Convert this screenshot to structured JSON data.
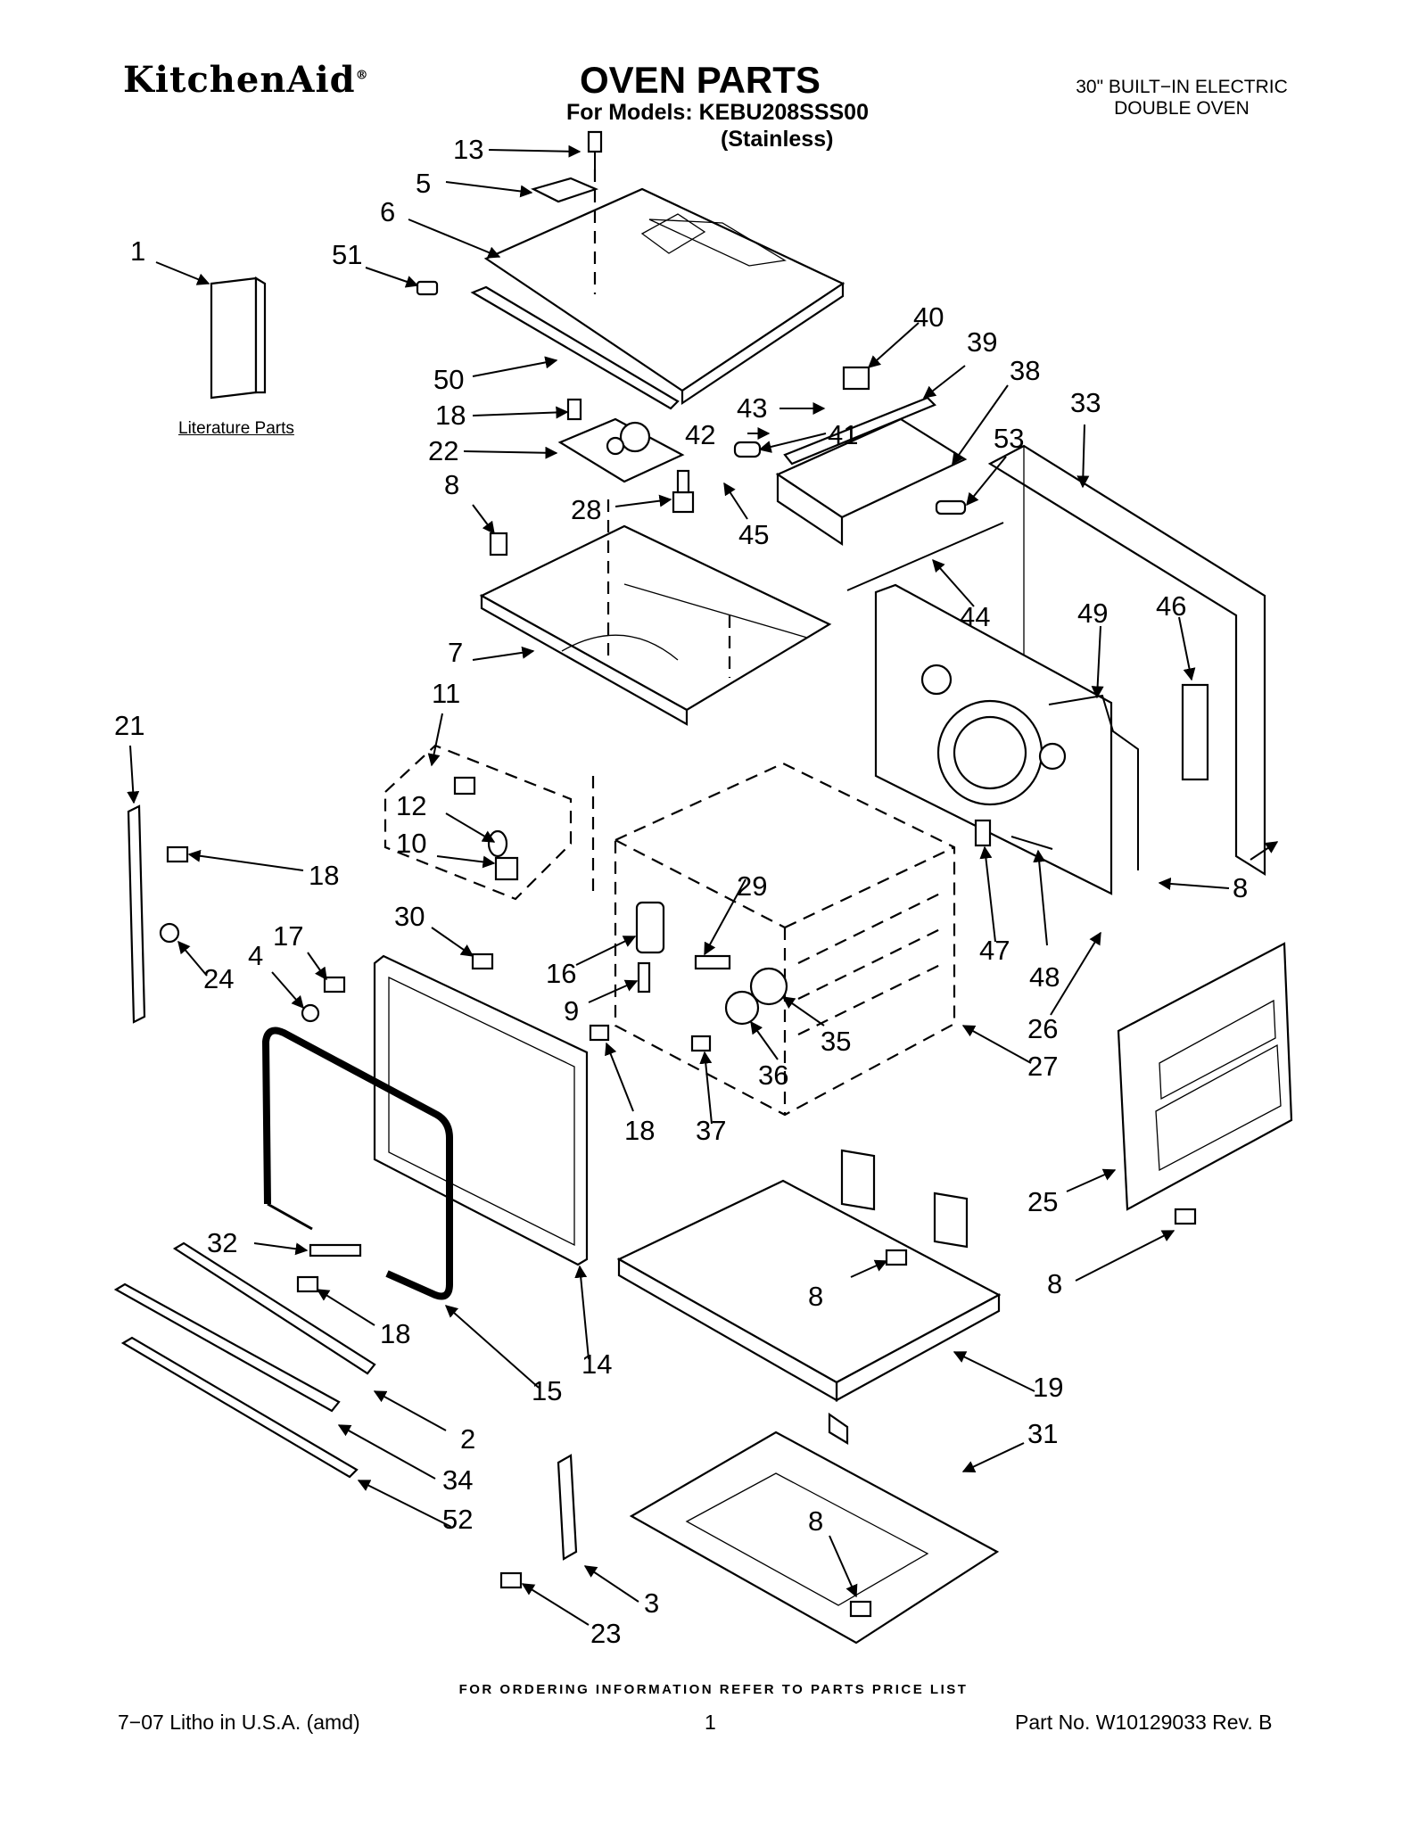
{
  "header": {
    "brand": "KitchenAid",
    "brand_mark": "®",
    "title": "OVEN PARTS",
    "models_line": "For Models: KEBU208SSS00",
    "finish": "(Stainless)",
    "appliance_type_line1": "30\" BUILT−IN ELECTRIC",
    "appliance_type_line2": "DOUBLE OVEN"
  },
  "literature_label": "Literature Parts",
  "callouts": {
    "c13": "13",
    "c5": "5",
    "c6": "6",
    "c1": "1",
    "c51": "51",
    "c50": "50",
    "c18a": "18",
    "c22": "22",
    "c8a": "8",
    "c28": "28",
    "c45": "45",
    "c40": "40",
    "c39": "39",
    "c38": "38",
    "c43": "43",
    "c42": "42",
    "c41": "41",
    "c33": "33",
    "c53": "53",
    "c44": "44",
    "c49": "49",
    "c46": "46",
    "c7": "7",
    "c11": "11",
    "c21": "21",
    "c12": "12",
    "c10": "10",
    "c18b": "18",
    "c24": "24",
    "c17": "17",
    "c4": "4",
    "c30": "30",
    "c29": "29",
    "c16": "16",
    "c9": "9",
    "c35": "35",
    "c36": "36",
    "c37": "37",
    "c18c": "18",
    "c47": "47",
    "c48": "48",
    "c8b": "8",
    "c26": "26",
    "c27": "27",
    "c25": "25",
    "c8c": "8",
    "c8d": "8",
    "c32": "32",
    "c18d": "18",
    "c15": "15",
    "c14": "14",
    "c19": "19",
    "c2": "2",
    "c34": "34",
    "c52": "52",
    "c31": "31",
    "c8e": "8",
    "c3": "3",
    "c23": "23"
  },
  "footer": {
    "ordering_note": "FOR ORDERING INFORMATION REFER TO PARTS PRICE LIST",
    "litho": "7−07 Litho in U.S.A. (amd)",
    "page_number": "1",
    "part_number": "Part No. W10129033 Rev. B"
  }
}
